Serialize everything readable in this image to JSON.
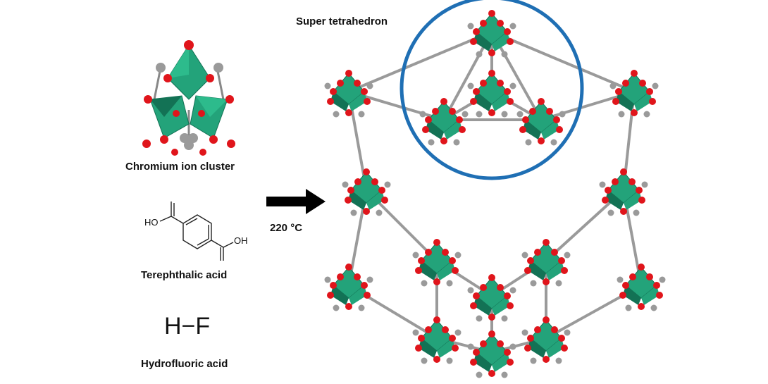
{
  "labels": {
    "super_tetrahedron": "Super tetrahedron",
    "chromium_cluster": "Chromium ion cluster",
    "terephthalic_acid": "Terephthalic acid",
    "hydrofluoric_acid": "Hydrofluoric acid",
    "temperature": "220 °C",
    "hf_formula": "H−F",
    "hydroxyl_left": "HO",
    "hydroxyl_right": "OH"
  },
  "colors": {
    "chromium_polyhedron": "#23a37a",
    "chromium_polyhedron_dark": "#137255",
    "oxygen": "#e0151b",
    "carbon": "#9a9a9a",
    "highlight_circle": "#1f6fb4",
    "arrow": "#000000"
  }
}
